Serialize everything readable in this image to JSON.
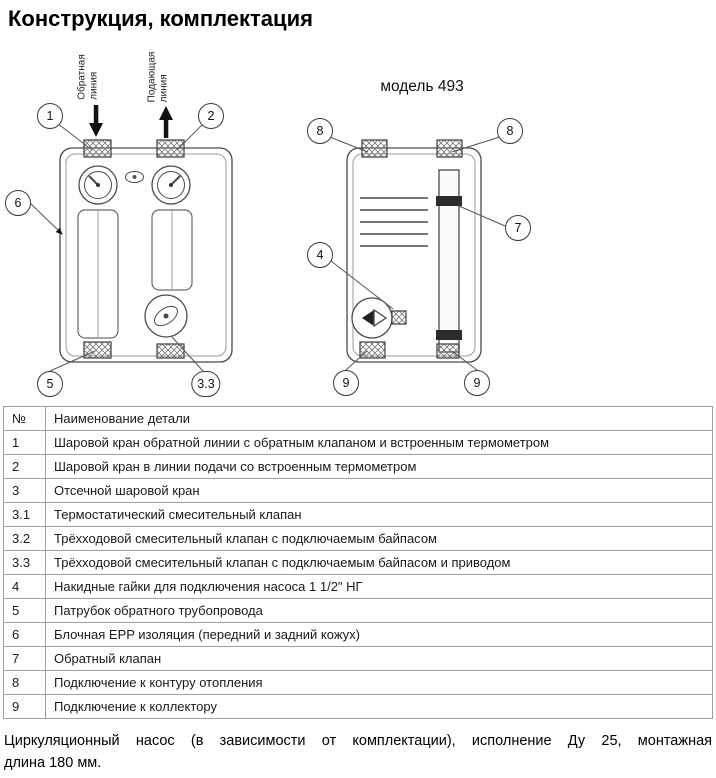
{
  "page": {
    "title": "Конструкция, комплектация",
    "footer_line1": "Циркуляционный насос (в зависимости от комплектации), исполнение Ду 25, монтажная",
    "footer_line2": "длина 180 мм."
  },
  "diagrams": {
    "left": {
      "return_label": "Обратная\nлиния",
      "supply_label": "Подающая\nлиния",
      "callouts": [
        "1",
        "2",
        "6",
        "5",
        "3.3"
      ]
    },
    "right": {
      "title": "модель 493",
      "callouts": [
        "8",
        "8",
        "7",
        "4",
        "9",
        "9"
      ]
    }
  },
  "icons": {
    "return_arrow": "down-arrow",
    "supply_arrow": "up-arrow"
  },
  "colors": {
    "table_border": "#98a0a8",
    "text": "#111111"
  },
  "table": {
    "headers": [
      "№",
      "Наименование детали"
    ],
    "rows": [
      [
        "1",
        "Шаровой кран обратной линии с обратным клапаном и встроенным термометром"
      ],
      [
        "2",
        "Шаровой кран в линии подачи со встроенным термометром"
      ],
      [
        "3",
        "Отсечной шаровой кран"
      ],
      [
        "3.1",
        "Термостатический смесительный клапан"
      ],
      [
        "3.2",
        "Трёхходовой смесительный клапан с подключаемым байпасом"
      ],
      [
        "3.3",
        "Трёхходовой смесительный клапан с подключаемым байпасом и приводом"
      ],
      [
        "4",
        "Накидные гайки для подключения насоса 1 1/2\" НГ"
      ],
      [
        "5",
        "Патрубок обратного трубопровода"
      ],
      [
        "6",
        "Блочная EPP изоляция (передний и задний кожух)"
      ],
      [
        "7",
        "Обратный клапан"
      ],
      [
        "8",
        "Подключение к контуру отопления"
      ],
      [
        "9",
        "Подключение к коллектору"
      ]
    ]
  }
}
